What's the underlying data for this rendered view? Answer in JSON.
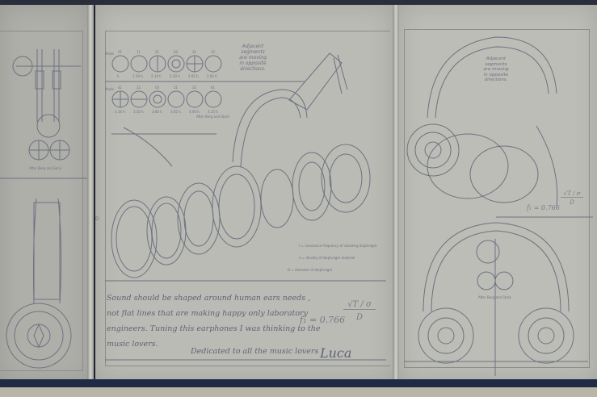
{
  "scene": {
    "description": "Photograph of an open tri-fold headphone blueprint booklet",
    "colors": {
      "paper": "#bbbbb5",
      "ink": "#6d7280",
      "cover": "#1f2a44"
    }
  },
  "left_panel": {
    "caption": "After Berg and Sons"
  },
  "middle_panel": {
    "mode_rows": [
      {
        "label": "Mode",
        "modes": [
          "01",
          "11",
          "21",
          "02",
          "31",
          "12"
        ],
        "values": [
          "f₁",
          "1.59 f₁",
          "2.14 f₁",
          "2.30 f₁",
          "2.65 f₁",
          "2.92 f₁"
        ]
      },
      {
        "label": "Mode",
        "modes": [
          "41",
          "22",
          "03",
          "51",
          "32",
          "61"
        ],
        "values": [
          "3.16 f₁",
          "3.50 f₁",
          "3.60 f₁",
          "3.65 f₁",
          "4.06 f₁",
          "4.15 f₁"
        ]
      }
    ],
    "mode_caption": "After Berg and Stork",
    "note": [
      "Adjacent",
      "segments",
      "are moving",
      "in opposite",
      "directions."
    ],
    "legend": [
      "f = resonance frequency of vibrating diaphragm",
      "σ = density of diaphragm material",
      "D = diameter of diaphragm"
    ],
    "paragraph": [
      "Sound should be shaped around human ears needs ,",
      "not flat lines that are making happy only laboratory",
      "engineers. Tuning this earphones I was thinking to the",
      "music lovers."
    ],
    "formula": {
      "lhs": "f₁ = 0.766",
      "numerator": "√T / σ",
      "denominator": "D"
    },
    "dedication": "Dedicated to all the music lovers",
    "signature": "Luca",
    "label_d": "D"
  },
  "right_panel": {
    "note": [
      "Adjacent",
      "segments",
      "are moving",
      "in opposite",
      "directions."
    ],
    "formula": {
      "lhs": "f₁ = 0.766",
      "numerator": "√T / σ",
      "denominator": "D"
    },
    "caption": "After Berg and Stork"
  }
}
